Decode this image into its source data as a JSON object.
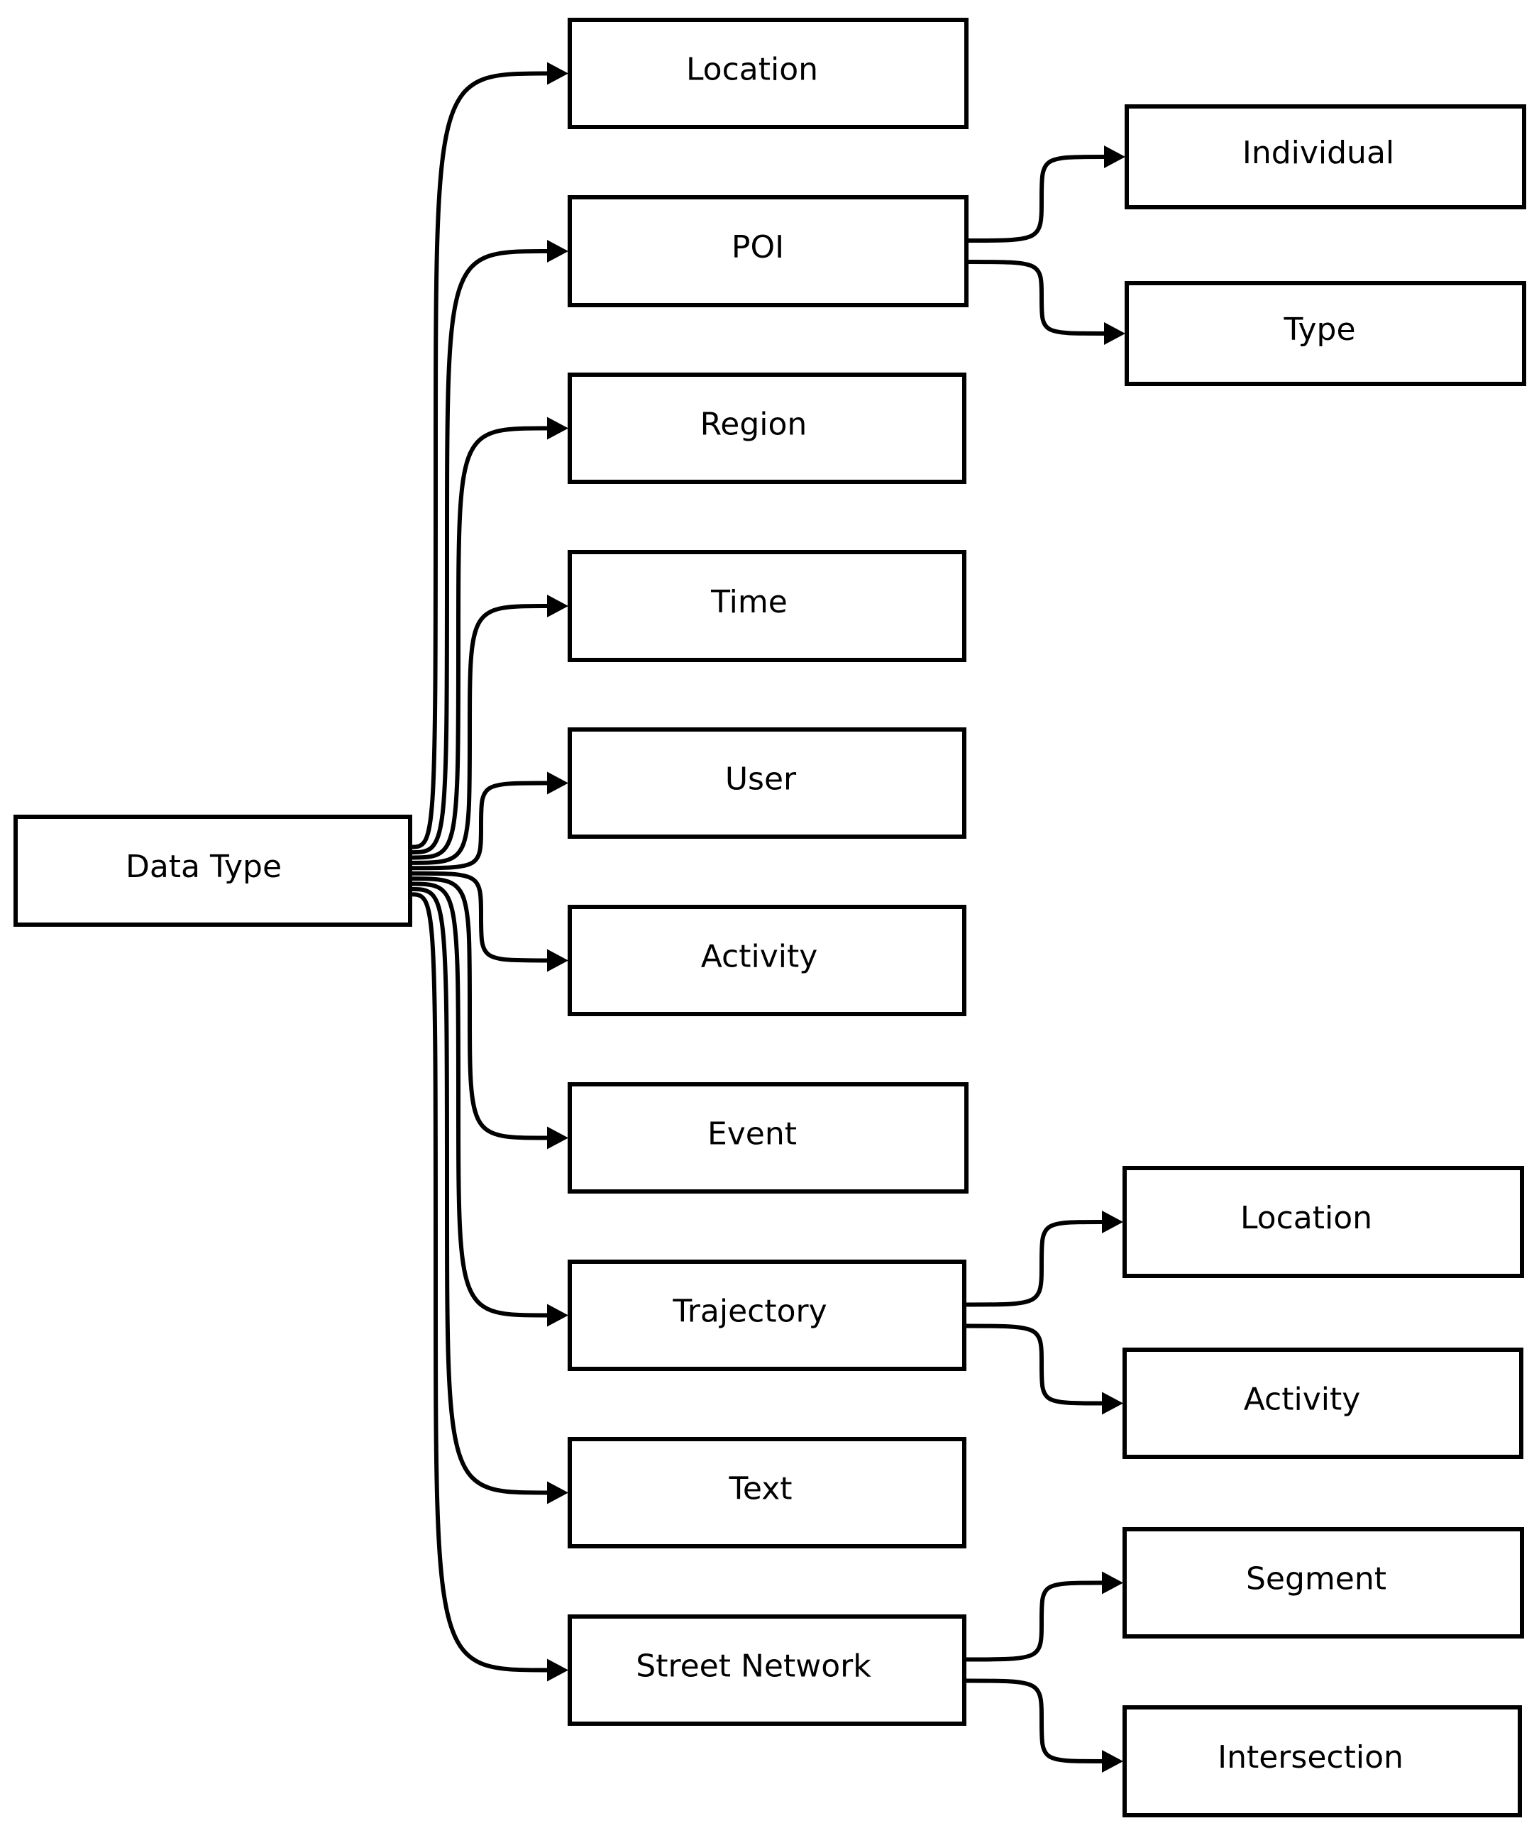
{
  "diagram": {
    "type": "tree",
    "root": {
      "id": "data-type",
      "label": "Data Type",
      "children": [
        {
          "id": "location",
          "label": "Location",
          "children": []
        },
        {
          "id": "poi",
          "label": "POI",
          "children": [
            {
              "id": "poi-individual",
              "label": "Individual"
            },
            {
              "id": "poi-type",
              "label": "Type"
            }
          ]
        },
        {
          "id": "region",
          "label": "Region",
          "children": []
        },
        {
          "id": "time",
          "label": "Time",
          "children": []
        },
        {
          "id": "user",
          "label": "User",
          "children": []
        },
        {
          "id": "activity",
          "label": "Activity",
          "children": []
        },
        {
          "id": "event",
          "label": "Event",
          "children": []
        },
        {
          "id": "trajectory",
          "label": "Trajectory",
          "children": [
            {
              "id": "trajectory-location",
              "label": "Location"
            },
            {
              "id": "trajectory-activity",
              "label": "Activity"
            }
          ]
        },
        {
          "id": "text",
          "label": "Text",
          "children": []
        },
        {
          "id": "street-network",
          "label": "Street Network",
          "children": [
            {
              "id": "street-segment",
              "label": "Segment"
            },
            {
              "id": "street-intersection",
              "label": "Intersection"
            }
          ]
        }
      ]
    }
  }
}
